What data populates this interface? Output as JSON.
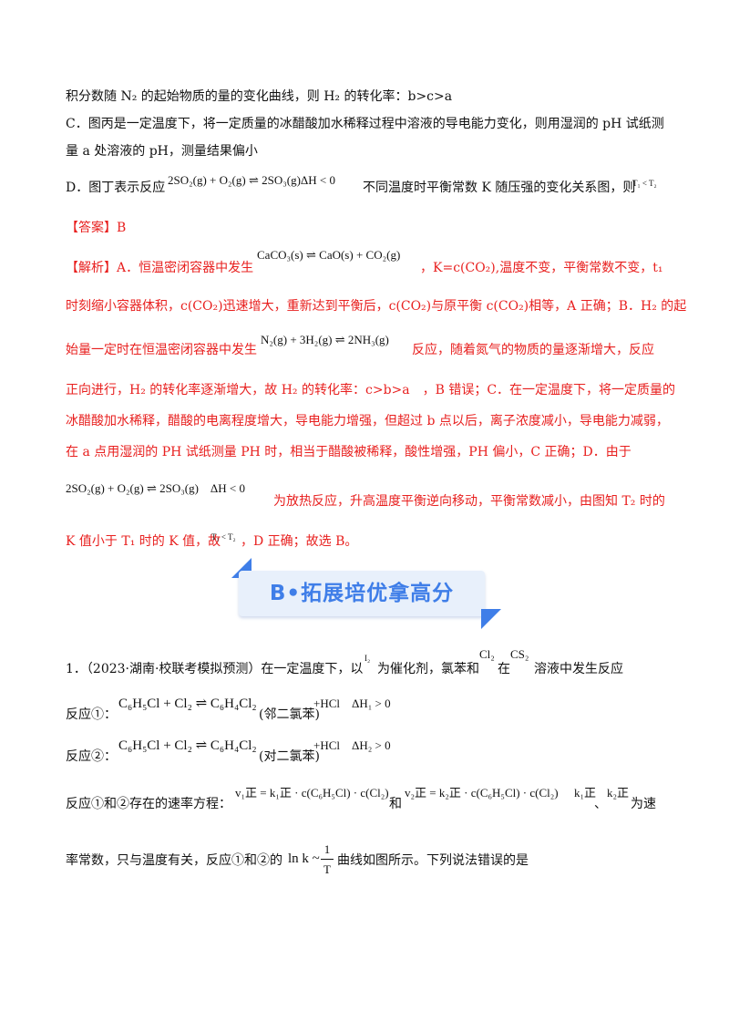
{
  "lines": {
    "l1": "积分数随 N₂ 的起始物质的量的变化曲线，则 H₂ 的转化率：b>c>a",
    "l2": "C．图丙是一定温度下，将一定质量的冰醋酸加水稀释过程中溶液的导电能力变化，则用湿润的 pH 试纸测",
    "l3": "量 a 处溶液的 pH，测量结果偏小",
    "l4a": "D．图丁表示反应",
    "l4b": "不同温度时平衡常数 K 随压强的变化关系图，则",
    "answer": "【答案】B",
    "a1a": "【解析】A．恒温密闭容器中发生",
    "a1b": "，K=c(CO₂),温度不变，平衡常数不变，t₁",
    "a2": "时刻缩小容器体积，c(CO₂)迅速增大，重新达到平衡后，c(CO₂)与原平衡 c(CO₂)相等，A 正确；B．H₂ 的起",
    "a3a": "始量一定时在恒温密闭容器中发生",
    "a3b": "反应，随着氮气的物质的量逐渐增大，反应",
    "a4": "正向进行，H₂ 的转化率逐渐增大，故 H₂ 的转化率：c>b>a　，B 错误；C．在一定温度下，将一定质量的",
    "a5": "冰醋酸加水稀释，醋酸的电离程度增大，导电能力增强，但超过 b 点以后，离子浓度减小，导电能力减弱，",
    "a6": "在 a 点用湿润的 PH 试纸测量 PH 时，相当于醋酸被稀释，酸性增强，PH 偏小，C 正确；D．由于",
    "a7b": "为放热反应，升高温度平衡逆向移动，平衡常数减小，由图知 T₂ 时的",
    "a8a": "K 值小于 T₁ 时的 K 值，故",
    "a8b": "，D 正确；故选 B。",
    "q1a": "1．（2023·湖南·校联考模拟预测）在一定温度下，以",
    "q1b": "为催化剂，氯苯和",
    "q1c": "在",
    "q1d": "溶液中发生反应",
    "r1a": "反应①：",
    "r1b": "(邻二氯苯)",
    "r2a": "反应②：",
    "r2b": "(对二氯苯)",
    "r3a": "反应①和②存在的速率方程：",
    "r3b": "和",
    "r3c": "、",
    "r3d": "为速",
    "r4a": "率常数，只与温度有关，反应①和②的",
    "r4b": "曲线如图所示。下列说法错误的是"
  },
  "formulas": {
    "f_so2": "2SO₂(g) + O₂(g) ⇌  2SO₃(g)ΔH < 0",
    "f_t1t2": "T₁ < T₂",
    "f_caco3": "CaCO₃(s) ⇌  CaO(s) + CO₂(g)",
    "f_n2": "N₂(g) + 3H₂(g) ⇌  2NH₃(g)",
    "f_so2b": "2SO₂(g) + O₂(g) ⇌  2SO₃(g)　ΔH < 0",
    "f_t1t2b": "T₁ < T₂",
    "f_i2": "I₂",
    "f_cl2": "Cl₂",
    "f_cs2": "CS₂",
    "f_r1": "C₆H₅Cl + Cl₂ ⇌ C₆H₄Cl₂",
    "f_r1h": "+HCl　ΔH₁ > 0",
    "f_r2": "C₆H₅Cl + Cl₂ ⇌ C₆H₄Cl₂",
    "f_r2h": "+HCl　ΔH₂ > 0",
    "f_v1": "v₁正 = k₁正 · c(C₆H₅Cl) · c(Cl₂)",
    "f_v2": "v₂正 = k₂正 · c(C₆H₅Cl) · c(Cl₂)",
    "f_k1": "k₁正",
    "f_k2": "k₂正",
    "f_lnk": "ln k ~",
    "f_one": "1",
    "f_T": "T"
  },
  "banner": {
    "title": "B•拓展培优拿高分"
  },
  "colors": {
    "red": "#e8201f",
    "banner_blue": "#3f7ee8",
    "banner_bg": "#e8f0fb"
  }
}
